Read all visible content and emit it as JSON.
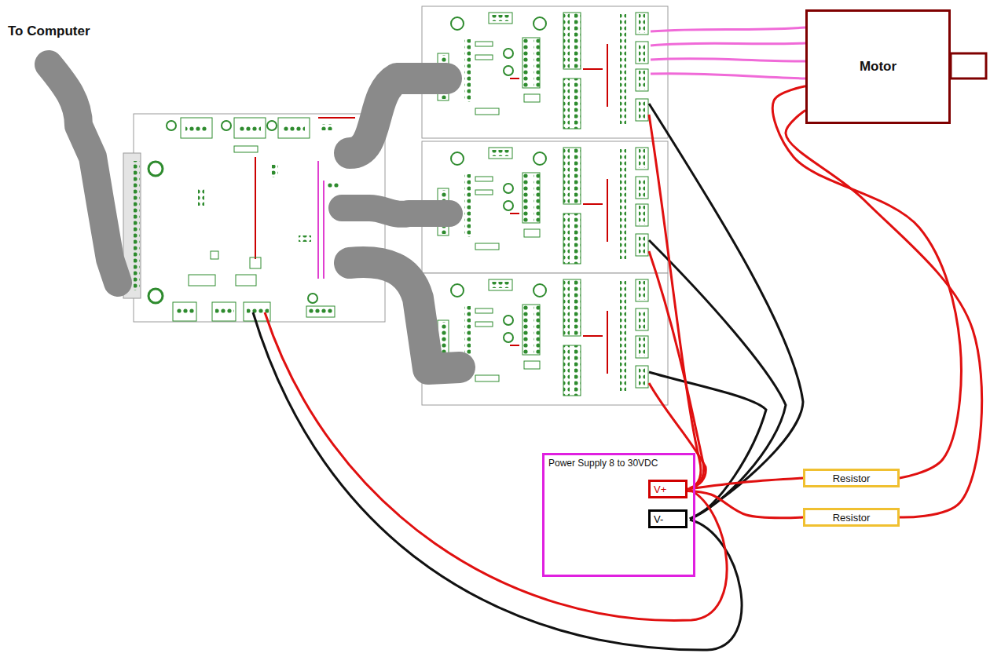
{
  "diagram": {
    "nodes": [
      {
        "text": [
          "Motor"
        ]
      },
      {
        "text": [
          "Power Supply 8 to 30VDC"
        ]
      },
      {
        "text": [
          "V+"
        ],
        "in": 1
      },
      {
        "text": [
          "V-"
        ],
        "in": 1
      },
      {
        "text": [
          "Resistor"
        ]
      },
      {
        "text": [
          "Resistor"
        ]
      }
    ],
    "edges": [
      {
        "from": 0,
        "to": 4,
        "arrow": "none"
      },
      {
        "from": 0,
        "to": 5,
        "arrow": "none"
      },
      {
        "from": 4,
        "to": 2,
        "arrow": "none"
      },
      {
        "from": 5,
        "to": 2,
        "arrow": "none"
      }
    ],
    "labels": [
      "To Computer"
    ]
  }
}
